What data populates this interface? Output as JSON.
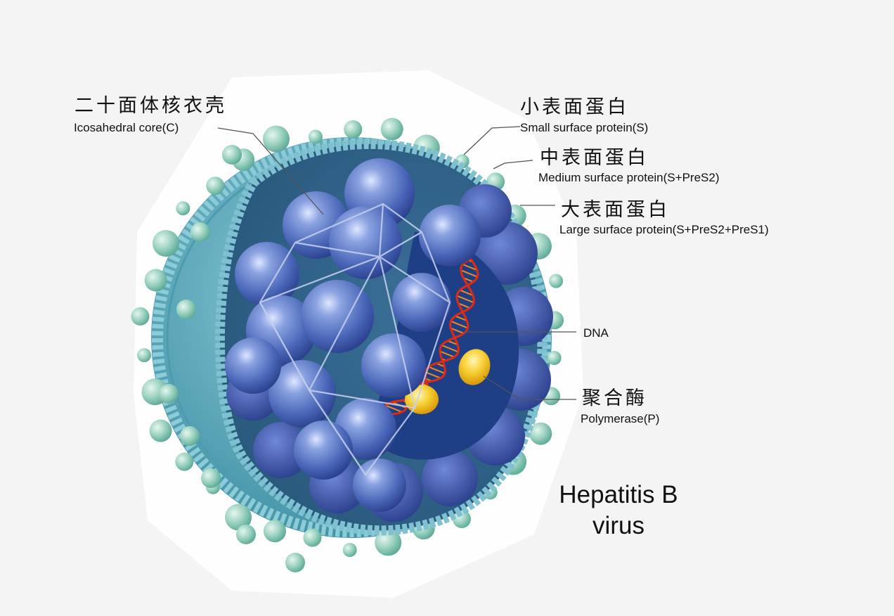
{
  "labels": {
    "icosahedral_core_zh": "二十面体核衣壳",
    "icosahedral_core_en": "Icosahedral core(C)",
    "small_protein_zh": "小表面蛋白",
    "small_protein_en": "Small surface protein(S)",
    "medium_protein_zh": "中表面蛋白",
    "medium_protein_en": "Medium surface protein(S+PreS2)",
    "large_protein_zh": "大表面蛋白",
    "large_protein_en": "Large surface protein(S+PreS2+PreS1)",
    "dna": "DNA",
    "polymerase_zh": "聚合酶",
    "polymerase_en": "Polymerase(P)"
  },
  "title": {
    "line1": "Hepatitis B",
    "line2": "virus"
  },
  "colors": {
    "envelope": "#6ab3c4",
    "envelope_dark": "#3f8ea3",
    "interior": "#3d7f9a",
    "capsid": "#5a7fc8",
    "capsid_dark": "#2f4fa0",
    "capsid_back": "#3558a8",
    "surface_protein": "#9fd4c2",
    "dna_red": "#e02a12",
    "dna_orange": "#f08a1c",
    "polymerase": "#f2c21a"
  }
}
